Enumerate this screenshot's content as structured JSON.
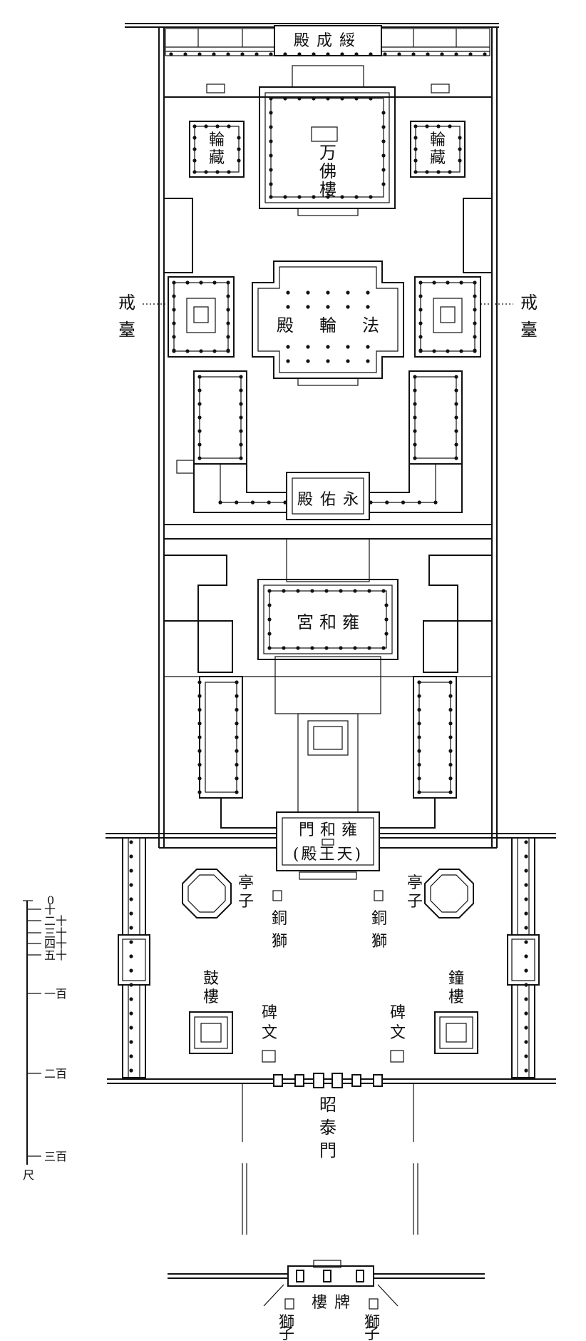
{
  "buildings": {
    "back_hall": "殿成綏",
    "wanfu_tower": [
      "万",
      "佛",
      "樓"
    ],
    "wheel_left": [
      "輪",
      "藏"
    ],
    "wheel_right": [
      "輪",
      "藏"
    ],
    "falun_hall": [
      "殿",
      "輪",
      "法"
    ],
    "yongyou_hall": [
      "殿",
      "佑",
      "永"
    ],
    "yonghe_palace": [
      "宮",
      "和",
      "雍"
    ],
    "yonghe_gate": [
      "門",
      "和",
      "雍"
    ],
    "tianwang_hall": "(殿王天)",
    "zhaotai_gate": [
      "昭",
      "泰",
      "門"
    ],
    "pailou": [
      "樓",
      "牌"
    ]
  },
  "side_labels": {
    "jietai_left": [
      "戒",
      "臺"
    ],
    "jietai_right": [
      "戒",
      "臺"
    ],
    "pavilion_left": [
      "亭",
      "子"
    ],
    "pavilion_right": [
      "亭",
      "子"
    ],
    "bronze_lion_left": [
      "銅",
      "獅"
    ],
    "bronze_lion_right": [
      "銅",
      "獅"
    ],
    "drum_tower": [
      "鼓",
      "樓"
    ],
    "bell_tower": [
      "鐘",
      "樓"
    ],
    "stele_left": [
      "碑",
      "文"
    ],
    "stele_right": [
      "碑",
      "文"
    ],
    "lion_left": [
      "獅",
      "子"
    ],
    "lion_right": [
      "獅",
      "子"
    ]
  },
  "scale_bar": {
    "zero": "0",
    "labels": [
      "十",
      "二十",
      "三十",
      "四十",
      "五十",
      "一百",
      "二百",
      "三百"
    ],
    "unit": "尺"
  }
}
